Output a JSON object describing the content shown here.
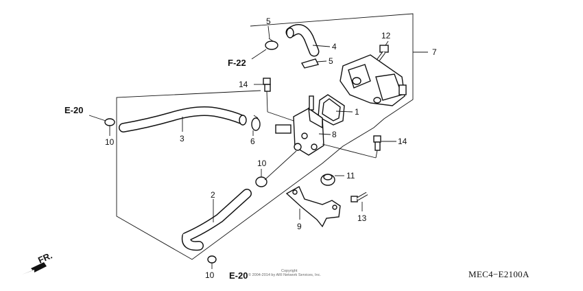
{
  "callouts": {
    "c1": "1",
    "c2": "2",
    "c3": "3",
    "c4": "4",
    "c5a": "5",
    "c5b": "5",
    "c6": "6",
    "c7": "7",
    "c8": "8",
    "c9": "9",
    "c10a": "10",
    "c10b": "10",
    "c10c": "10",
    "c11": "11",
    "c12": "12",
    "c13": "13",
    "c14a": "14",
    "c14b": "14"
  },
  "references": {
    "f22": "F-22",
    "e20_left": "E-20",
    "e20_bottom": "E-20",
    "front": "FR."
  },
  "diagram_code": "MEC4−E2100A",
  "copyright": {
    "line1": "Copyright",
    "line2": "© 2004-2014 by ARI Network Services, Inc."
  },
  "colors": {
    "ink": "#111111",
    "background": "#ffffff"
  }
}
